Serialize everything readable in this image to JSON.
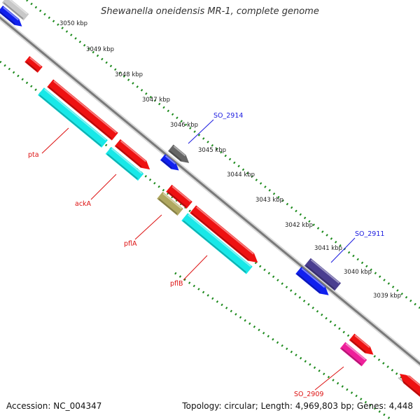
{
  "title": "Shewanella oneidensis MR-1, complete genome",
  "footer": {
    "accession": "Accession: NC_004347",
    "summary": "Topology: circular; Length: 4,969,803 bp; Genes: 4,448"
  },
  "colors": {
    "backbone": "#8a8a8a",
    "tick": "#1c8a1c",
    "gene_red": "#ee1111",
    "gene_cyan": "#18e8e8",
    "gene_blue": "#1020ee",
    "label_red": "#dd1111",
    "label_blue": "#1a1ae0"
  },
  "kbp_scale": [
    "3050 kbp",
    "3049 kbp",
    "3048 kbp",
    "3047 kbp",
    "3046 kbp",
    "3045 kbp",
    "3044 kbp",
    "3043 kbp",
    "3042 kbp",
    "3041 kbp",
    "3040 kbp",
    "3039 kbp"
  ],
  "gene_labels": [
    {
      "id": "pta",
      "text": "pta",
      "color": "red"
    },
    {
      "id": "acka",
      "text": "ackA",
      "color": "red"
    },
    {
      "id": "pfla",
      "text": "pflA",
      "color": "red"
    },
    {
      "id": "pflb",
      "text": "pflB",
      "color": "red"
    },
    {
      "id": "so2914",
      "text": "SO_2914",
      "color": "blue"
    },
    {
      "id": "so2911",
      "text": "SO_2911",
      "color": "blue"
    },
    {
      "id": "so2909",
      "text": "SO_2909",
      "color": "red"
    }
  ]
}
